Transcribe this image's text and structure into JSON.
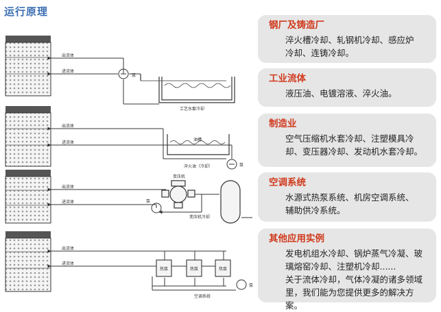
{
  "title": "运行原理",
  "diagram": {
    "labels": {
      "out": "出流体",
      "in": "进流体",
      "pump": "泵",
      "process_water": "工艺水套冷却",
      "oil_pool": "油槽",
      "quench": "淬火油（冷却）",
      "compressor": "变压机",
      "compressor_cooling": "变压机冷却",
      "heat_pump": "热泵",
      "ac_system": "空调系统"
    }
  },
  "cards": [
    {
      "title": "钢厂及铸造厂",
      "lines": [
        "淬火槽冷却、轧钢机冷却、感应炉",
        "冷却、连铸冷却。"
      ]
    },
    {
      "title": "工业流体",
      "lines": [
        "液压油、电镀溶液、淬火油。"
      ]
    },
    {
      "title": "制造业",
      "lines": [
        "空气压缩机水套冷却、注塑模具冷",
        "却、变压器冷却、发动机水套冷却。"
      ]
    },
    {
      "title": "空调系统",
      "lines": [
        "水源式热泵系统、机房空调系统、",
        "辅助供冷系统。"
      ]
    },
    {
      "title": "其他应用实例",
      "lines": [
        "发电机组水冷却、锅炉蒸气冷凝、玻",
        "璃熔窑冷却、注塑机冷却......",
        "关于流体冷却，气体冷凝的诸多领域",
        "里，我们能为您提供更多的解决方案。"
      ]
    }
  ]
}
